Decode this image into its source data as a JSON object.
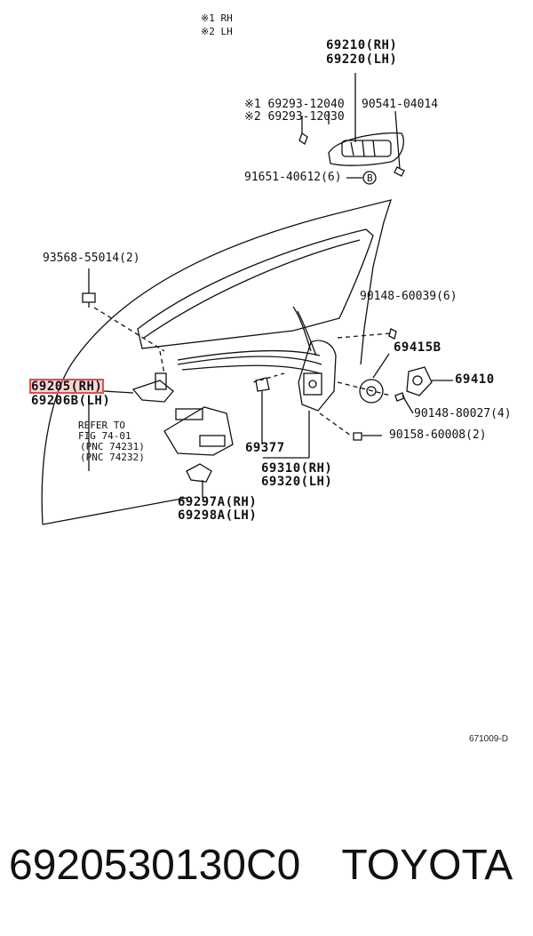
{
  "legend": {
    "line1": "※1 RH",
    "line2": "※2 LH"
  },
  "parts": {
    "p69210": "69210(RH)",
    "p69220": "69220(LH)",
    "s1_6929312040": "※1 69293-12040",
    "s2_6929312030": "※2 69293-12030",
    "p9054104014": "90541-04014",
    "p9165140612": "91651-40612(6)",
    "marker_b": "B",
    "p9356855014": "93568-55014(2)",
    "p9014860039": "90148-60039(6)",
    "p69415b": "69415B",
    "p69410": "69410",
    "p69205": "69205(RH)",
    "p69206b": "69206B(LH)",
    "refer1": "REFER TO",
    "refer2": "FIG 74-01",
    "refer3": "(PNC 74231)",
    "refer4": "(PNC 74232)",
    "p9014880027": "90148-80027(4)",
    "p9015860008": "90158-60008(2)",
    "p69377": "69377",
    "p69310": "69310(RH)",
    "p69320": "69320(LH)",
    "p69297a": "69297A(RH)",
    "p69298a": "69298A(LH)"
  },
  "diagram_code": "671009-D",
  "footer": {
    "part_number": "6920530130C0",
    "brand": "TOYOTA"
  },
  "highlight_color": "#d9534f"
}
